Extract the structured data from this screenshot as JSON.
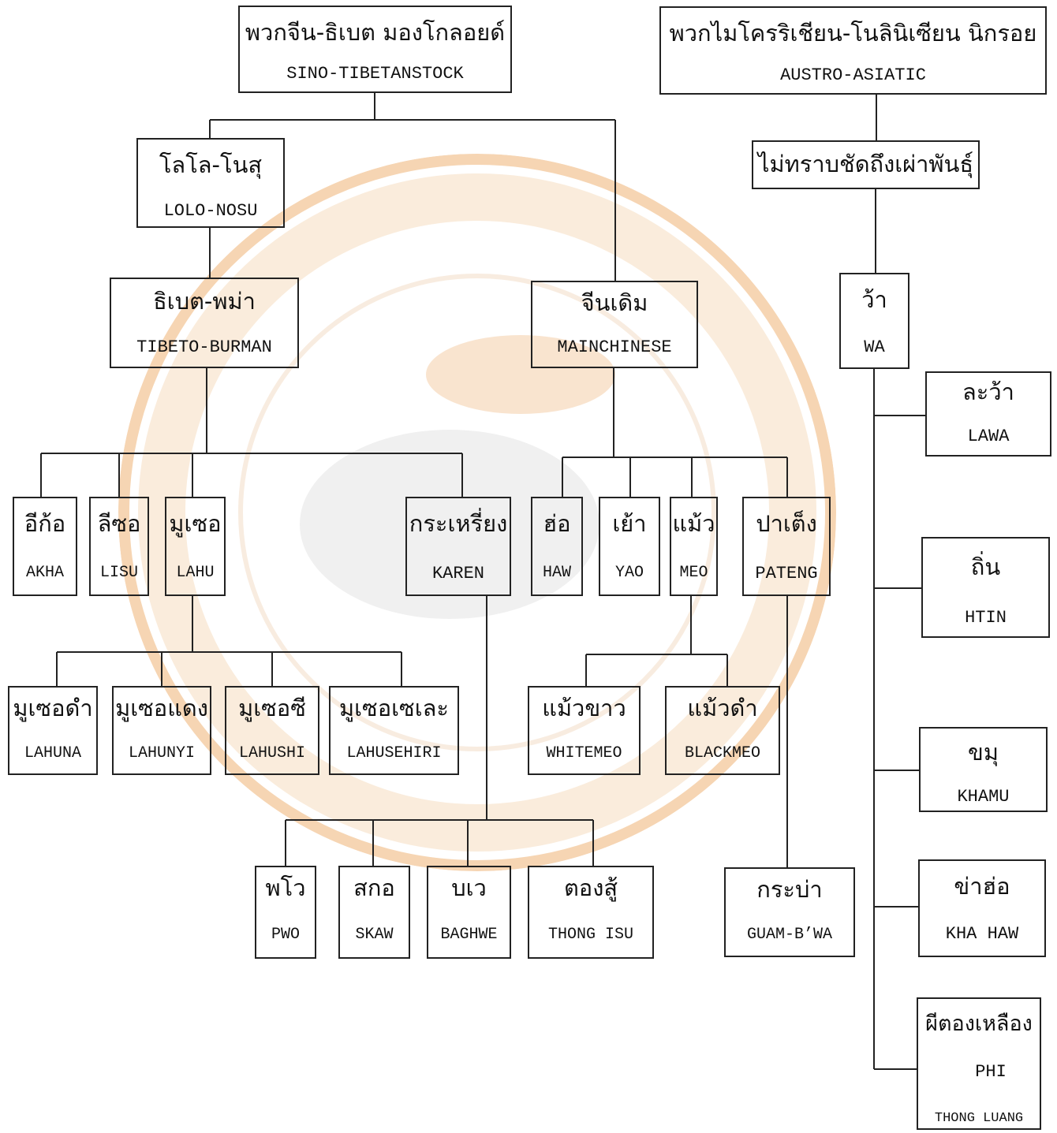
{
  "nodes": {
    "sino": {
      "th": "พวกจีน-ธิเบต มองโกลอยด์",
      "en": "SINO-TIBETANSTOCK"
    },
    "austro": {
      "th": "พวกไมโครริเชียน-โนลินิเซียน นิกรอย",
      "en": "AUSTRO-ASIATIC"
    },
    "unknown": {
      "th": "ไม่ทราบชัดถึงเผ่าพันธุ์"
    },
    "lolo": {
      "th": "โลโล-โนสุ",
      "en": "LOLO-NOSU"
    },
    "tibeto": {
      "th": "ธิเบต-พม่า",
      "en": "TIBETO-BURMAN"
    },
    "mainchinese": {
      "th": "จีนเดิม",
      "en": "MAINCHINESE"
    },
    "wa": {
      "th": "ว้า",
      "en": "WA"
    },
    "lawa": {
      "th": "ละว้า",
      "en": "LAWA"
    },
    "akha": {
      "th": "อีก้อ",
      "en": "AKHA"
    },
    "lisu": {
      "th": "ลีซอ",
      "en": "LISU"
    },
    "lahu": {
      "th": "มูเซอ",
      "en": "LAHU"
    },
    "karen": {
      "th": "กระเหรี่ยง",
      "en": "KAREN"
    },
    "haw": {
      "th": "ฮ่อ",
      "en": "HAW"
    },
    "yao": {
      "th": "เย้า",
      "en": "YAO"
    },
    "meo": {
      "th": "แม้ว",
      "en": "MEO"
    },
    "pateng": {
      "th": "ปาเต็ง",
      "en": "PATENG"
    },
    "htin": {
      "th": "ถิ่น",
      "en": "HTIN"
    },
    "lahuna": {
      "th": "มูเซอดำ",
      "en": "LAHUNA"
    },
    "lahunyi": {
      "th": "มูเซอแดง",
      "en": "LAHUNYI"
    },
    "lahushi": {
      "th": "มูเซอซี",
      "en": "LAHUSHI"
    },
    "lahusehiri": {
      "th": "มูเซอเซเละ",
      "en": "LAHUSEHIRI"
    },
    "whitemeo": {
      "th": "แม้วขาว",
      "en": "WHITEMEO"
    },
    "blackmeo": {
      "th": "แม้วดำ",
      "en": "BLACKMEO"
    },
    "khamu": {
      "th": "ขมุ",
      "en": "KHAMU"
    },
    "pwo": {
      "th": "พโว",
      "en": "PWO"
    },
    "skaw": {
      "th": "สกอ",
      "en": "SKAW"
    },
    "baghwe": {
      "th": "บเว",
      "en": "BAGHWE"
    },
    "thongisu": {
      "th": "ตองสู้",
      "en": "THONG ISU"
    },
    "guam": {
      "th": "กระบ่า",
      "en": "GUAM-B’WA"
    },
    "khahaw": {
      "th": "ข่าฮ่อ",
      "en": "KHA HAW"
    },
    "phi": {
      "th": "ผีตองเหลือง",
      "en": "PHI",
      "en2": "THONG LUANG"
    }
  },
  "colors": {
    "line": "#222222",
    "watermark": "#f3c9a0"
  }
}
